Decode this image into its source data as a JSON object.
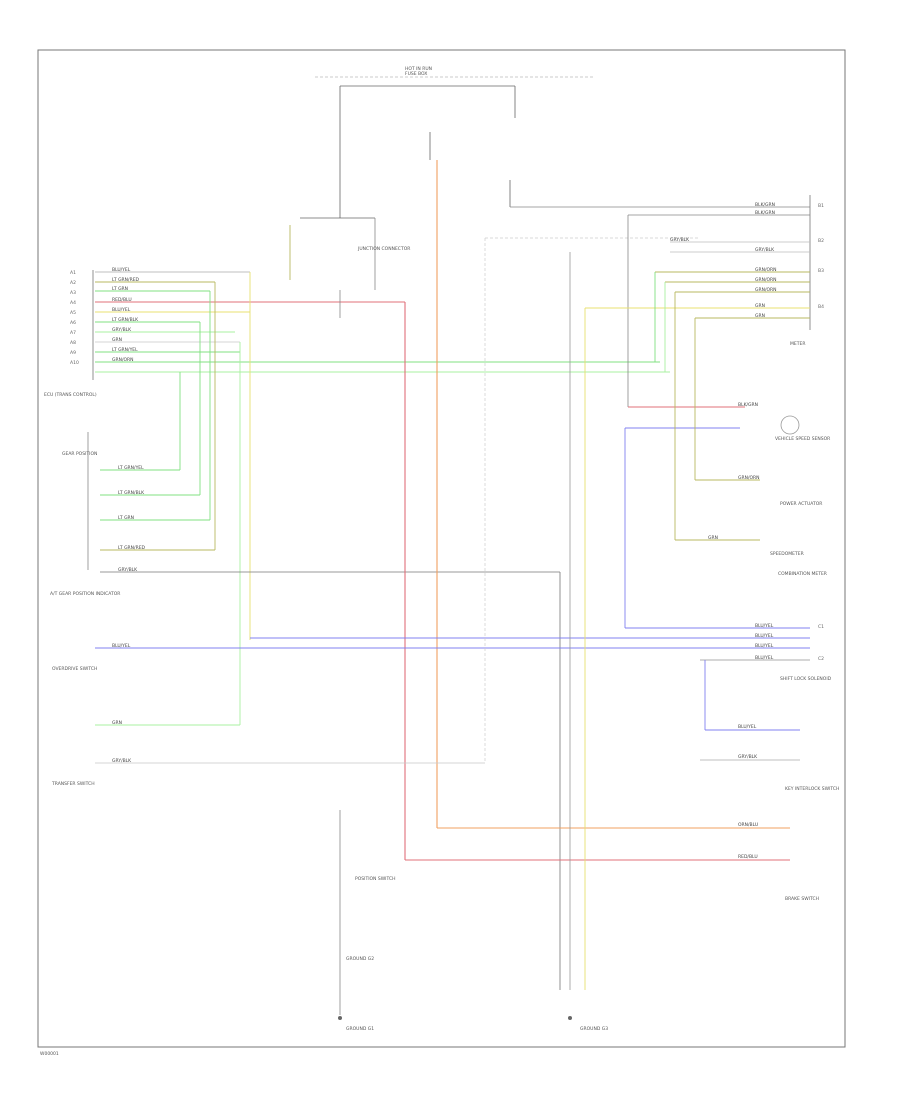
{
  "page_code": "W00001",
  "power": {
    "label": "HOT IN RUN",
    "fuse_label": "FUSE BOX"
  },
  "blocks": {
    "ecu": "ECU (TRANS CONTROL)",
    "gear_pos": "GEAR POSITION",
    "ab_position": "A/T GEAR POSITION INDICATOR",
    "meter_hd": "METER",
    "speed_sensor": "VEHICLE SPEED SENSOR",
    "speedometer": "SPEEDOMETER",
    "combo_meter": "COMBINATION METER",
    "pa_module": "POWER ACTUATOR",
    "shift_lock": "SHIFT LOCK SOLENOID",
    "brake_sw": "BRAKE SWITCH",
    "key_sw": "KEY INTERLOCK SWITCH",
    "overdrive_sw": "OVERDRIVE SWITCH",
    "transfer_sw": "TRANSFER SWITCH",
    "pos_sw": "POSITION SWITCH",
    "ground_1": "GROUND G1",
    "ground_2": "GROUND G2",
    "ground_3": "GROUND G3",
    "junction": "JUNCTION CONNECTOR"
  },
  "wire_colors": {
    "red": "#e0707a",
    "orange": "#f0a060",
    "yellow": "#e8e070",
    "green": "#80e080",
    "light_green": "#a8f0a0",
    "blue": "#8080f0",
    "gray": "#909090",
    "dark_gray": "#606060",
    "olive": "#b8b860",
    "light_gray": "#c8c8c8"
  },
  "wires": {
    "left_connector": [
      "BLU/YEL",
      "LT GRN/RED",
      "LT GRN",
      "RED/BLU",
      "BLU/YEL",
      "LT GRN/BLK",
      "GRY/BLK",
      "GRN",
      "LT GRN/YEL",
      "GRN/ORN"
    ],
    "right_top": [
      "BLK/GRN",
      "BLK/GRN",
      "GRY/BLK",
      "GRY/BLK",
      "GRN/ORN",
      "GRN/ORN",
      "GRN/ORN",
      "GRN",
      "GRN"
    ],
    "right_mid": [
      "BLU/YEL",
      "BLU/YEL",
      "BLU/YEL",
      "BLU/YEL"
    ],
    "gear_rows": [
      "LT GRN/YEL",
      "LT GRN/BLK",
      "LT GRN",
      "LT GRN/RED",
      "GRY/BLK"
    ],
    "bottom_right": [
      "ORN/BLU",
      "RED/BLU"
    ],
    "misc": [
      "BLU/YEL",
      "GRN",
      "GRY/BLK",
      "BLK/GRN",
      "GRN/ORN",
      "GRN",
      "BLU/YEL",
      "GRY/BLK"
    ]
  },
  "pins": [
    "A1",
    "A2",
    "A3",
    "A4",
    "A5",
    "A6",
    "A7",
    "A8",
    "A9",
    "A10",
    "B1",
    "B2",
    "B3",
    "B4",
    "C1",
    "C2"
  ]
}
